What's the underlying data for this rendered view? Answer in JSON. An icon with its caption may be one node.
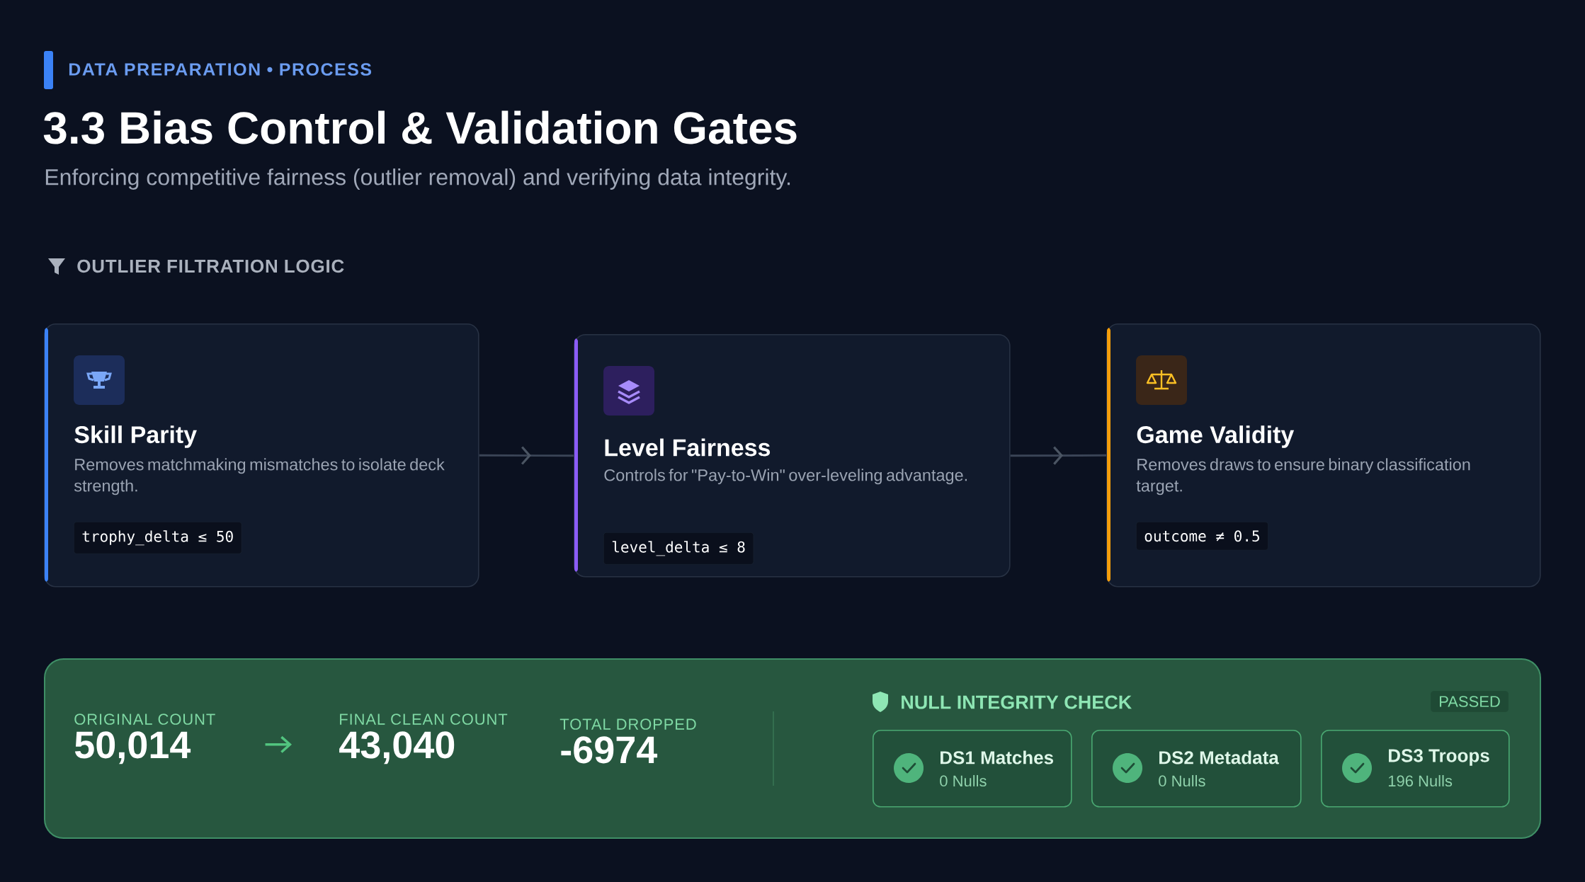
{
  "diagram": {
    "title": "3.3 Bias Control & Validation Gates",
    "nodes": [
      {
        "text": [
          "Skill Parity",
          "Removes matchmaking mismatches to isolate deck strength.",
          "trophy_delta ≤ 50"
        ]
      },
      {
        "text": [
          "Level Fairness",
          "Controls for \"Pay-to-Win\" over-leveling advantage.",
          "level_delta ≤ 8"
        ]
      },
      {
        "text": [
          "Game Validity",
          "Removes draws to ensure binary classification target.",
          "outcome ≠ 0.5"
        ]
      },
      {
        "text": [],
        "shape": "box"
      },
      {
        "text": [
          "ORIGINAL COUNT",
          "50,014"
        ],
        "in": 3
      },
      {
        "text": [
          "FINAL CLEAN COUNT",
          "43,040"
        ],
        "in": 3
      },
      {
        "text": [
          "TOTAL DROPPED",
          "-6974"
        ],
        "in": 3
      },
      {
        "text": [
          "DS1 Matches",
          "0 Nulls"
        ],
        "in": 3
      },
      {
        "text": [
          "DS2 Metadata",
          "0 Nulls"
        ],
        "in": 3
      },
      {
        "text": [
          "DS3 Troops",
          "196 Nulls"
        ],
        "in": 3
      }
    ],
    "edges": [
      {
        "from": 0,
        "to": 1,
        "arrow": "to"
      },
      {
        "from": 1,
        "to": 2,
        "arrow": "to"
      },
      {
        "from": 4,
        "to": 5,
        "arrow": "to",
        "color": "#52c47f"
      }
    ],
    "labels": [
      "DATA PREPARATION • PROCESS",
      "Enforcing competitive fairness (outlier removal) and verifying data integrity.",
      "OUTLIER FILTRATION LOGIC",
      "NULL INTEGRITY CHECK",
      "PASSED"
    ]
  }
}
